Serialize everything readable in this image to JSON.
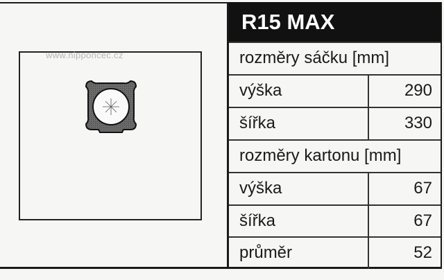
{
  "watermark": "www.nipponcec.cz",
  "product": {
    "title": "R15 MAX"
  },
  "bag_section": {
    "heading": "rozměry sáčku [mm]",
    "rows": [
      {
        "label": "výška",
        "value": "290"
      },
      {
        "label": "šířka",
        "value": "330"
      }
    ]
  },
  "carton_section": {
    "heading": "rozměry kartonu [mm]",
    "rows": [
      {
        "label": "výška",
        "value": "67"
      },
      {
        "label": "šířka",
        "value": "67"
      },
      {
        "label": "průměr",
        "value": "52"
      }
    ]
  }
}
